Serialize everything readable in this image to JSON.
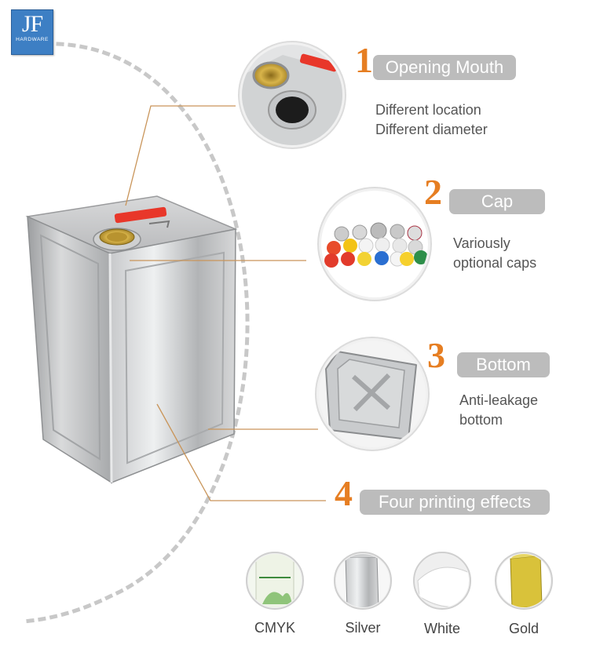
{
  "logo": {
    "text": "JF",
    "subtitle": "HARDWARE"
  },
  "features": [
    {
      "number": "1",
      "title": "Opening Mouth",
      "lines": [
        "Different location",
        "Different diameter"
      ]
    },
    {
      "number": "2",
      "title": "Cap",
      "lines": [
        "Variously",
        "optional caps"
      ]
    },
    {
      "number": "3",
      "title": "Bottom",
      "lines": [
        "Anti-leakage",
        "bottom"
      ]
    },
    {
      "number": "4",
      "title": "Four printing effects",
      "lines": []
    }
  ],
  "effects": [
    "CMYK",
    "Silver",
    "White",
    "Gold"
  ],
  "colors": {
    "accent": "#e67e22",
    "pill": "#bcbcbc",
    "leader": "#c9955a",
    "dots": "#c8c8c8"
  }
}
